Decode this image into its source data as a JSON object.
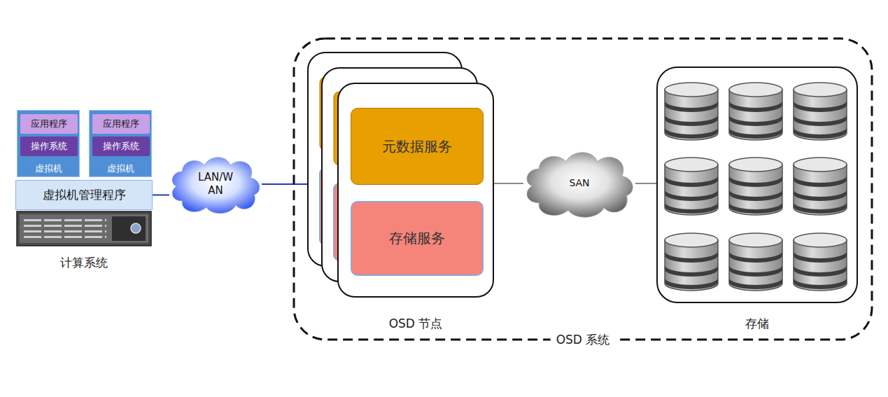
{
  "diagram": {
    "nodes": [
      {
        "text": [
          "计算系统"
        ]
      },
      {
        "text": [
          "虚拟机"
        ],
        "in": 0
      },
      {
        "text": [
          "应用程序"
        ],
        "in": 1
      },
      {
        "text": [
          "操作系统"
        ],
        "in": 1
      },
      {
        "text": [
          "虚拟机"
        ],
        "in": 0
      },
      {
        "text": [
          "应用程序"
        ],
        "in": 4
      },
      {
        "text": [
          "操作系统"
        ],
        "in": 4
      },
      {
        "text": [
          "虚拟机管理程序"
        ],
        "in": 0
      },
      {
        "text": [
          "LAN/W AN"
        ]
      },
      {
        "text": [
          "OSD 系统"
        ]
      },
      {
        "text": [
          "OSD 节点"
        ],
        "in": 9
      },
      {
        "text": [
          "元数据服务"
        ],
        "in": 10
      },
      {
        "text": [
          "存储服务"
        ],
        "in": 10
      },
      {
        "text": [
          "SAN"
        ],
        "in": 9
      },
      {
        "text": [
          "存储"
        ],
        "in": 9
      }
    ],
    "edges": [
      {
        "from": 7,
        "to": 8,
        "arrow": "none"
      },
      {
        "from": 8,
        "to": 10,
        "arrow": "none"
      },
      {
        "from": 10,
        "to": 13,
        "arrow": "none"
      },
      {
        "from": 13,
        "to": 14,
        "arrow": "none"
      }
    ]
  }
}
